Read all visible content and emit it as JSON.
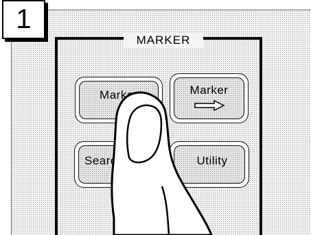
{
  "step": {
    "number": "1"
  },
  "group": {
    "title": "MARKER"
  },
  "keys": [
    {
      "label": "Marker"
    },
    {
      "label": "Marker",
      "icon": "right-arrow-icon"
    },
    {
      "label": "Search"
    },
    {
      "label": "Utility"
    }
  ],
  "illustration": {
    "hand": "pointing-finger-icon"
  }
}
